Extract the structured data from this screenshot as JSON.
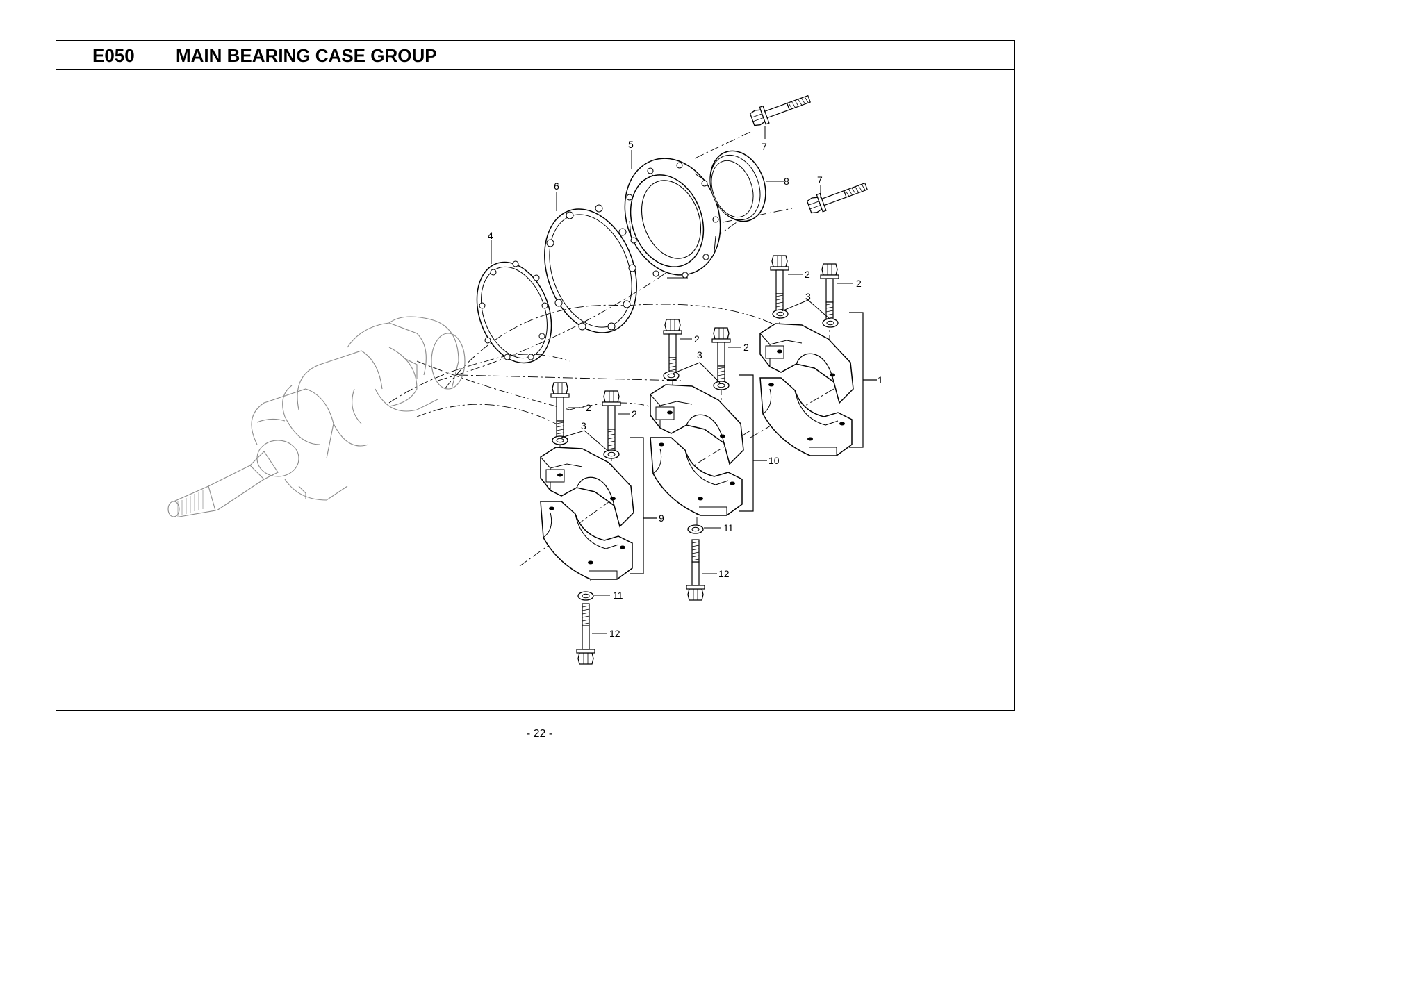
{
  "header": {
    "code": "E050",
    "title": "MAIN BEARING CASE GROUP"
  },
  "callouts": {
    "c1": "1",
    "c2": "2",
    "c3": "3",
    "c4": "4",
    "c5": "5",
    "c6": "6",
    "c7": "7",
    "c8": "8",
    "c9": "9",
    "c10": "10",
    "c11": "11",
    "c12": "12"
  },
  "footer": {
    "page": "-  22  -"
  }
}
